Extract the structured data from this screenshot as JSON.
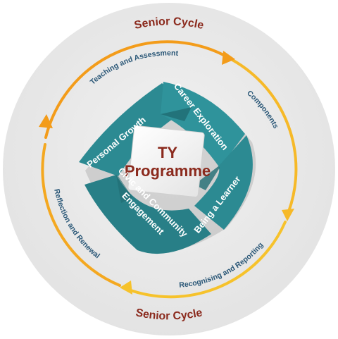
{
  "outer": {
    "top_title": "Senior Cycle",
    "bottom_title": "Senior Cycle"
  },
  "ring_labels": {
    "teaching": "Teaching and Assessment",
    "components": "Components",
    "recognising": "Recognising and Reporting",
    "reflection": "Reflection and Renewal"
  },
  "bands": {
    "personal_growth": "Personal Growth",
    "career_exploration": "Career Exploration",
    "being_learner": "Being a Learner",
    "civic_line1": "Civic and Community",
    "civic_line2": "Engagement"
  },
  "center": {
    "line1": "TY",
    "line2": "Programme"
  },
  "colors": {
    "outer_disc": "#e8e8e8",
    "arrow_orange": "#f39c1a",
    "arrow_yellow": "#f6c22b",
    "band_teal": "#2c8a92",
    "band_teal_dark": "#1f6b72",
    "center_box": "#f2f2f2",
    "title_red": "#8b2a1d",
    "label_blue": "#2a5777"
  }
}
